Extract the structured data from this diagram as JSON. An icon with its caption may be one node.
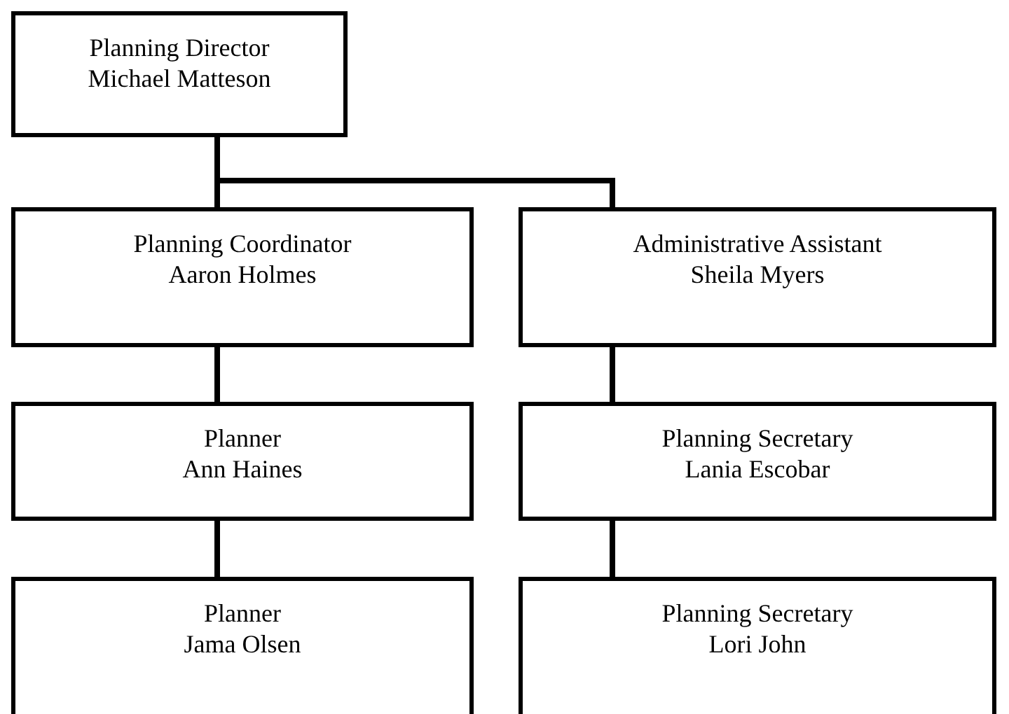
{
  "diagram": {
    "nodes": [
      {
        "text": [
          "Planning Director",
          "Michael Matteson"
        ]
      },
      {
        "text": [
          "Planning Coordinator",
          "Aaron Holmes"
        ]
      },
      {
        "text": [
          "Administrative Assistant",
          "Sheila Myers"
        ]
      },
      {
        "text": [
          "Planner",
          "Ann Haines"
        ]
      },
      {
        "text": [
          "Planning Secretary",
          "Lania Escobar"
        ]
      },
      {
        "text": [
          "Planner",
          "Jama Olsen"
        ]
      },
      {
        "text": [
          "Planning Secretary",
          "Lori John"
        ]
      }
    ],
    "edges": [
      {
        "from": 0,
        "to": 1,
        "arrow": "none"
      },
      {
        "from": 0,
        "to": 2,
        "arrow": "none"
      },
      {
        "from": 1,
        "to": 3,
        "arrow": "none"
      },
      {
        "from": 2,
        "to": 4,
        "arrow": "none"
      },
      {
        "from": 3,
        "to": 5,
        "arrow": "none"
      },
      {
        "from": 4,
        "to": 6,
        "arrow": "none"
      }
    ]
  }
}
